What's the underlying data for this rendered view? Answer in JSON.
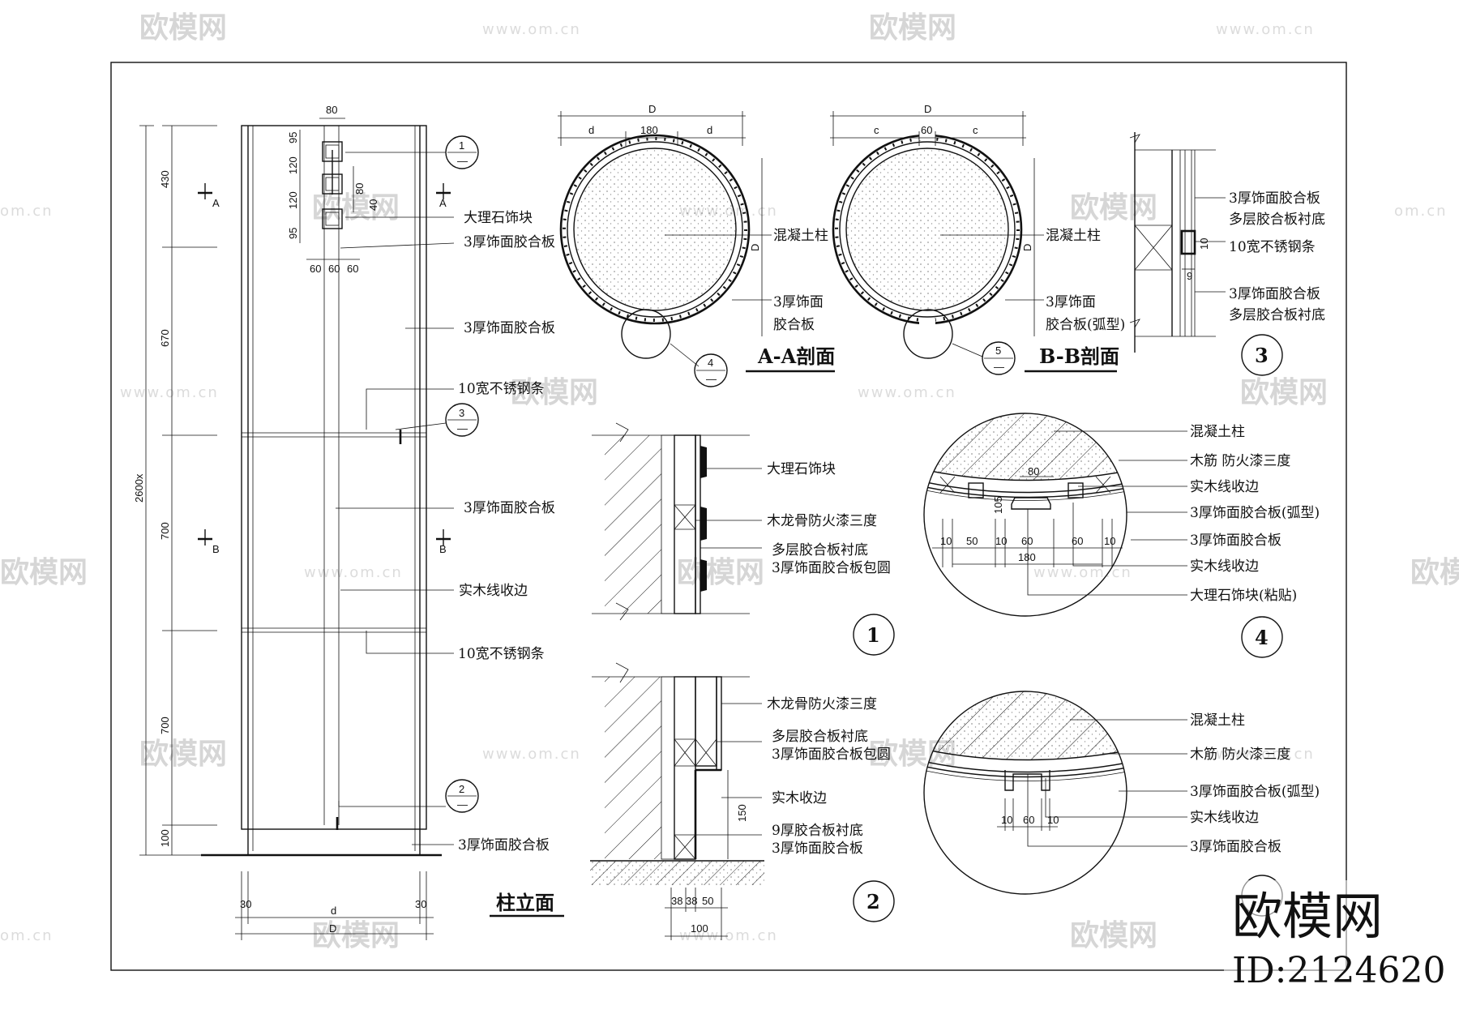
{
  "watermark": {
    "brand": "欧模网",
    "url": "www.om.cn",
    "url_short": "om.cn"
  },
  "corner": {
    "brand": "欧模网",
    "id": "ID:2124620"
  },
  "elevation": {
    "title": "柱立面",
    "sec_a": "A",
    "sec_b": "B",
    "total": "2600x",
    "dims_v": [
      "430",
      "670",
      "700",
      "700",
      "100"
    ],
    "dims_bottom": {
      "left": "30",
      "mid": "d",
      "right": "30",
      "total": "D"
    },
    "dims_top_w": "80",
    "dims_top_v": [
      "95",
      "120",
      "120",
      "95"
    ],
    "dims_top_side": [
      "80",
      "40"
    ],
    "dims_top_h": [
      "60",
      "60",
      "60"
    ],
    "callout_1": {
      "num": "1",
      "sub": "—"
    },
    "callout_2": {
      "num": "2",
      "sub": "—"
    },
    "callout_3": {
      "num": "3",
      "sub": "—"
    },
    "labels": {
      "marble": "大理石饰块",
      "panel1": "3厚饰面胶合板",
      "panel2": "3厚饰面胶合板",
      "steel1": "10宽不锈钢条",
      "panel3": "3厚饰面胶合板",
      "wood": "实木线收边",
      "steel2": "10宽不锈钢条",
      "panel4": "3厚饰面胶合板"
    }
  },
  "section_aa": {
    "title": "A-A剖面",
    "dim_D": "D",
    "dims_h": [
      "d",
      "180",
      "d"
    ],
    "dim_side": "D",
    "concrete": "混凝土柱",
    "panel_l1": "3厚饰面",
    "panel_l2": "胶合板",
    "callout": {
      "num": "4",
      "sub": "—"
    }
  },
  "section_bb": {
    "title": "B-B剖面",
    "dim_D": "D",
    "dims_h": [
      "c",
      "60",
      "c"
    ],
    "dim_side": "D",
    "concrete": "混凝土柱",
    "panel_l1": "3厚饰面",
    "panel_l2": "胶合板(弧型)",
    "callout": {
      "num": "5",
      "sub": "—"
    }
  },
  "detail_3": {
    "num": "3",
    "label_1a": "3厚饰面胶合板",
    "label_1b": "多层胶合板衬底",
    "label_2": "10宽不锈钢条",
    "label_3a": "3厚饰面胶合板",
    "label_3b": "多层胶合板衬底",
    "dim_10": "10",
    "dim_9": "9"
  },
  "detail_1": {
    "num": "1",
    "label_1": "大理石饰块",
    "label_2": "木龙骨防火漆三度",
    "label_3a": "多层胶合板衬底",
    "label_3b": "3厚饰面胶合板包圆"
  },
  "detail_2": {
    "num": "2",
    "label_1": "木龙骨防火漆三度",
    "label_2a": "多层胶合板衬底",
    "label_2b": "3厚饰面胶合板包圆",
    "label_3": "实木收边",
    "label_4a": "9厚胶合板衬底",
    "label_4b": "3厚饰面胶合板",
    "dim_150": "150",
    "dims_h": [
      "38",
      "38",
      "50"
    ],
    "dim_total": "100"
  },
  "detail_4": {
    "num": "4",
    "labels": [
      "混凝土柱",
      "木筋 防火漆三度",
      "实木线收边",
      "3厚饰面胶合板(弧型)",
      "3厚饰面胶合板",
      "实木线收边",
      "大理石饰块(粘贴)"
    ],
    "dims": [
      "10",
      "50",
      "10",
      "60",
      "60",
      "10"
    ],
    "dim_180": "180",
    "dim_80": "80",
    "dim_105": "105"
  },
  "detail_5": {
    "labels": [
      "混凝土柱",
      "木筋 防火漆三度",
      "3厚饰面胶合板(弧型)",
      "实木线收边",
      "3厚饰面胶合板"
    ],
    "dims": [
      "10",
      "60",
      "10"
    ]
  }
}
